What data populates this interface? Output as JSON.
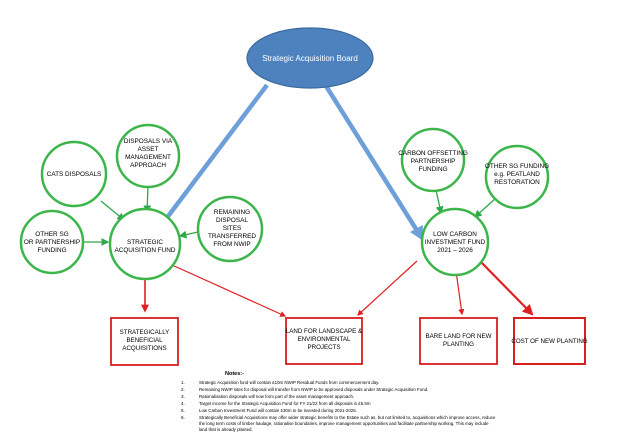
{
  "board": {
    "label": "Strategic Acquisition Board"
  },
  "circles": [
    {
      "id": "cats",
      "lines": [
        "CATS DISPOSALS"
      ]
    },
    {
      "id": "disposals-asset",
      "lines": [
        "DISPOSALS VIA",
        "ASSET",
        "MANAGEMENT",
        "APPROACH"
      ]
    },
    {
      "id": "other-sg-partnership",
      "lines": [
        "OTHER SG",
        "OR PARTNERSHIP",
        "FUNDING"
      ]
    },
    {
      "id": "strategic-fund",
      "lines": [
        "STRATEGIC",
        "ACQUISITION FUND"
      ]
    },
    {
      "id": "remaining-disposal",
      "lines": [
        "REMAINING",
        "DISPOSAL",
        "SITES",
        "TRANSFERRED",
        "FROM NWIP"
      ]
    },
    {
      "id": "carbon-offsetting",
      "lines": [
        "CARBON OFFSETTING",
        "PARTNERSHIP",
        "FUNDING"
      ]
    },
    {
      "id": "other-sg-peatland",
      "lines": [
        "OTHER SG FUNDING",
        "e.g. PEATLAND",
        "RESTORATION"
      ]
    },
    {
      "id": "low-carbon-fund",
      "lines": [
        "LOW CARBON",
        "INVESTMENT FUND",
        "2021 – 2026"
      ]
    }
  ],
  "boxes": [
    {
      "id": "strategically-beneficial",
      "lines": [
        "STRATEGICALLY",
        "BENEFICIAL",
        "ACQUISITIONS"
      ]
    },
    {
      "id": "land-landscape",
      "lines": [
        "LAND FOR LANDSCAPE &",
        "ENVIRONMENTAL",
        "PROJECTS"
      ]
    },
    {
      "id": "bare-land",
      "lines": [
        "BARE LAND FOR NEW",
        "PLANTING"
      ]
    },
    {
      "id": "cost-new-planting",
      "lines": [
        "COST OF NEW PLANTING"
      ]
    }
  ],
  "notes": {
    "title": "Notes:-",
    "items": [
      {
        "num": "1.",
        "lines": [
          "Strategic Acquisition fund will contain £10m NWIP Residual Funds from commencement day."
        ]
      },
      {
        "num": "2.",
        "lines": [
          "Remaining NWIP sites for disposal will transfer from NWIP to be approved disposals under Strategic Acquisition Fund."
        ]
      },
      {
        "num": "3.",
        "lines": [
          "Rationalisation disposals will now form part of the asset management approach."
        ]
      },
      {
        "num": "4.",
        "lines": [
          "Target income for the Strategic Acquisition Fund for FY 21/22 from all disposals is £5.5m"
        ]
      },
      {
        "num": "5.",
        "lines": [
          "Low Carbon Investment Fund will contain £30m to be invested during 2021-2026."
        ]
      },
      {
        "num": "6.",
        "lines": [
          "Strategically Beneficial Acquisitions may offer wider strategic benefits to the Estate such as, but not limited to, acquisitions which improve access, reduce",
          "the long term costs of timber haulage, rationalise boundaries, improve management opportunities and facilitate partnership working.  This may include",
          "land that is already planted."
        ]
      }
    ]
  },
  "colors": {
    "board_fill": "#4e82bf",
    "board_stroke": "#3b6aa0",
    "circle_stroke": "#3cb54a",
    "box_stroke": "#d81e1e",
    "blue_arrow": "#6d9fd8",
    "green_arrow": "#2ea84a",
    "red_arrow": "#e02020"
  }
}
